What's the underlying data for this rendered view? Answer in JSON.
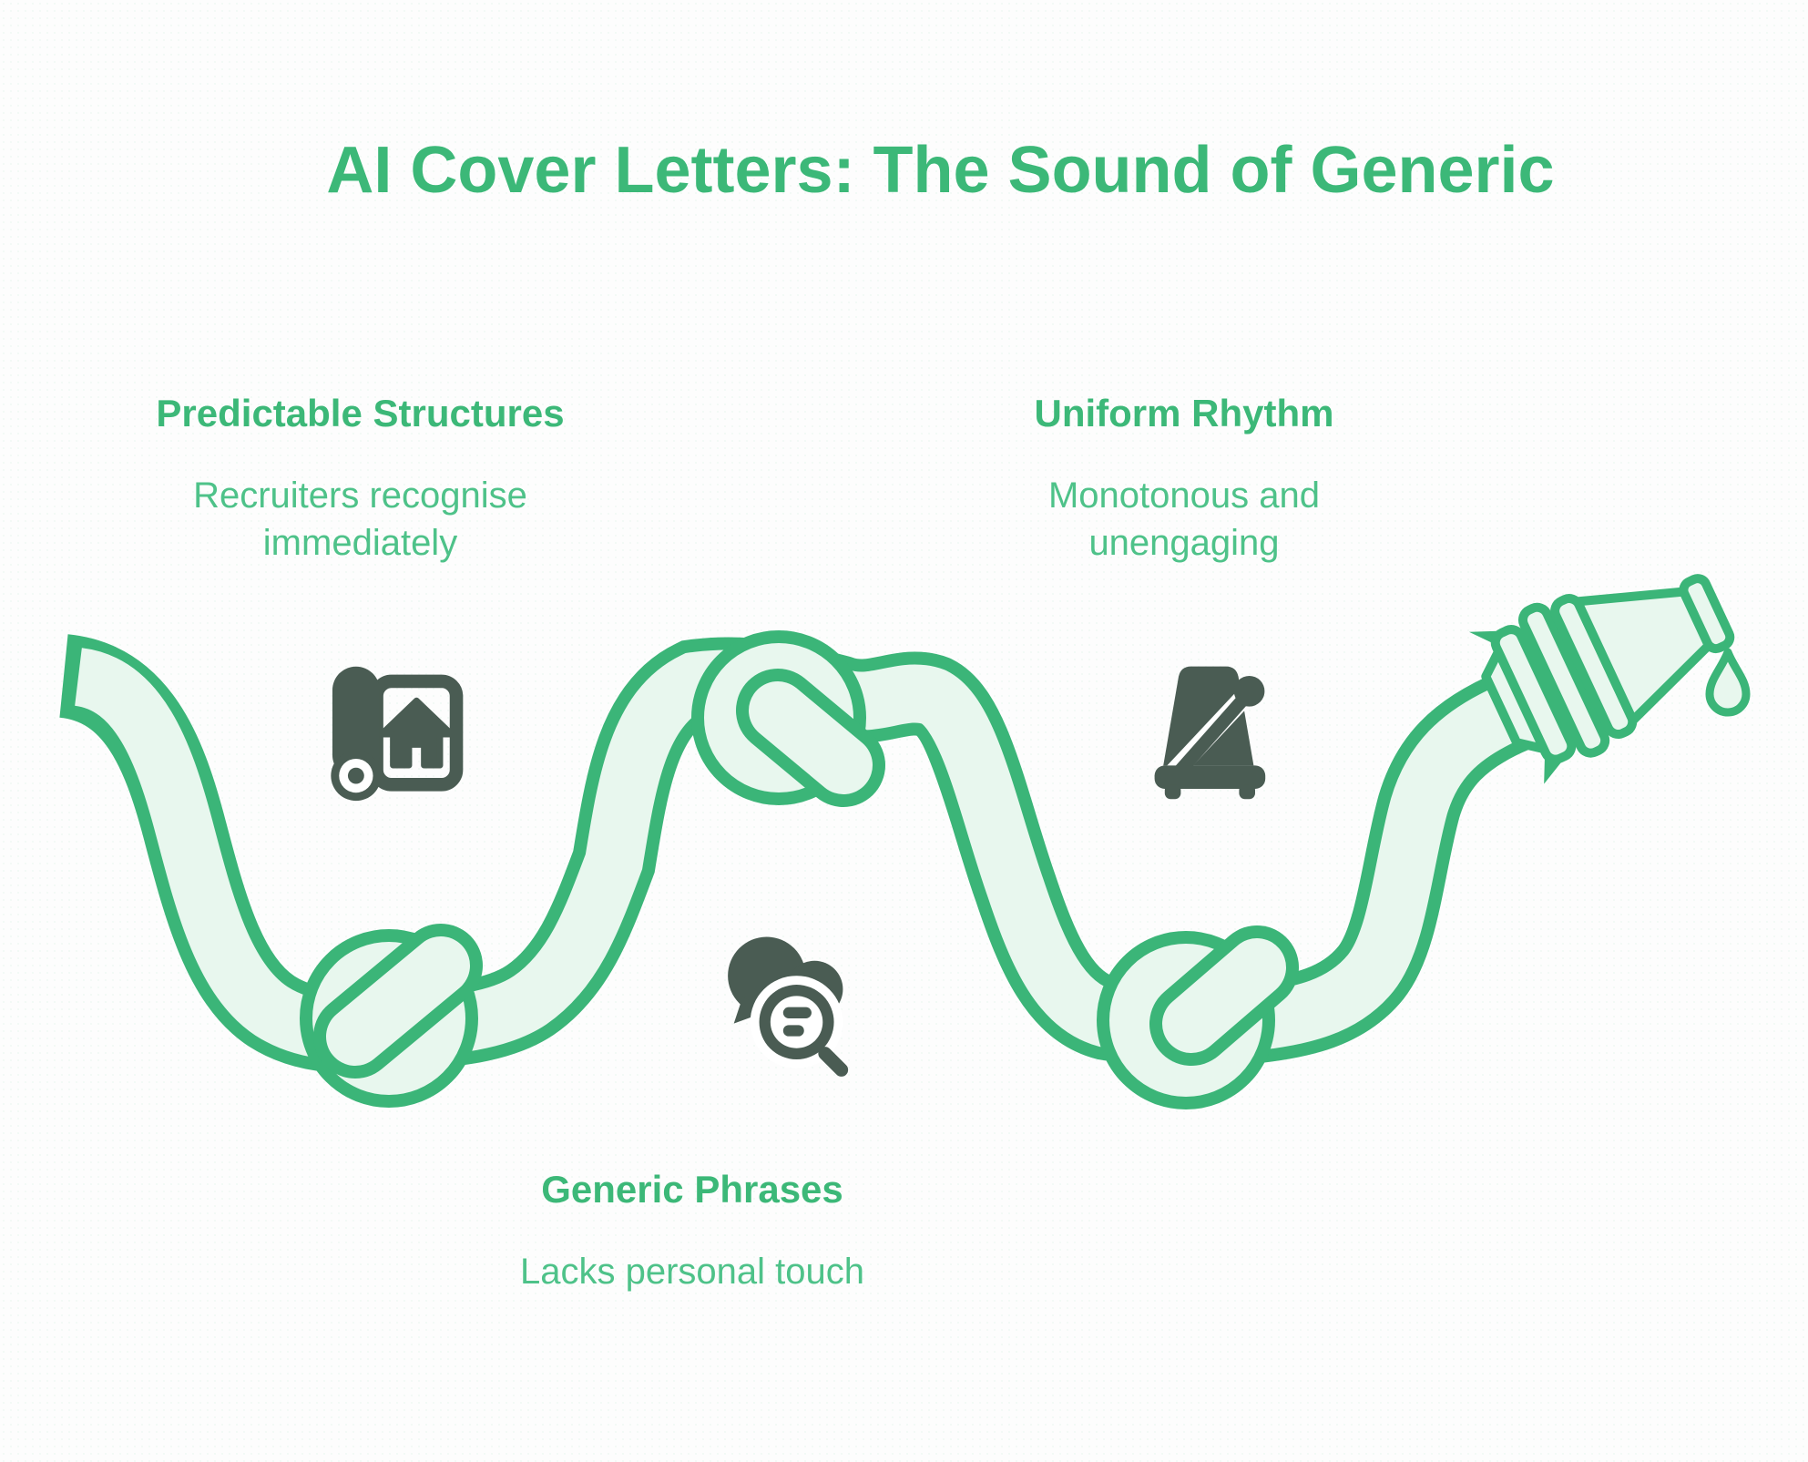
{
  "title": "AI Cover Letters: The Sound of Generic",
  "sections": [
    {
      "id": "predictable-structures",
      "heading": "Predictable Structures",
      "description": "Recruiters recognise\nimmediately",
      "icon": "blueprint-icon"
    },
    {
      "id": "uniform-rhythm",
      "heading": "Uniform Rhythm",
      "description": "Monotonous and\nunengaging",
      "icon": "metronome-icon"
    },
    {
      "id": "generic-phrases",
      "heading": "Generic Phrases",
      "description": "Lacks personal touch",
      "icon": "speech-bubble-search-icon"
    }
  ],
  "illustration": {
    "type": "tangled-garden-hose",
    "knot_count": 3,
    "has_nozzle": true,
    "has_drip": true
  },
  "colors": {
    "accent_green": "#3cb878",
    "body_text_green": "#4ec289",
    "hose_fill": "#e8f7ee",
    "hose_outline": "#3bb578",
    "icon_dark": "#4a5c53",
    "background": "#fdfdfd"
  }
}
